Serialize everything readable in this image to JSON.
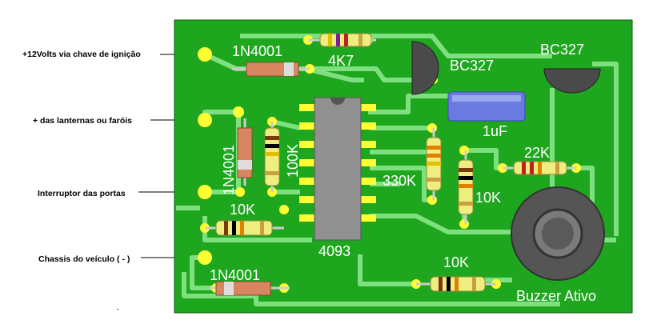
{
  "external_labels": {
    "ignition": "+12Volts via chave de ignição",
    "lights": "+ das lanternas ou faróis",
    "door": "Interruptor das portas",
    "chassis": "Chassis do veículo ( - )"
  },
  "components": {
    "d1": "1N4001",
    "d2": "1N4001",
    "d3": "1N4001",
    "r_4k7": "4K7",
    "r_100k": "100K",
    "r_10k_a": "10K",
    "r_330k": "330K",
    "r_10k_b": "10K",
    "r_22k": "22K",
    "r_10k_c": "10K",
    "q1": "BC327",
    "q2": "BC327",
    "c1": "1uF",
    "ic": "4093",
    "buzzer": "Buzzer Ativo"
  },
  "colors": {
    "board": "#1fa61f",
    "trace": "#7ee07e",
    "pad": "#ffff33",
    "ink": "#ffffff",
    "ic_body": "#909090",
    "resistor_body": "#eeee80",
    "diode_body": "#d88660",
    "capacitor_body": "#6a7ae0",
    "transistor_body": "#4a4a4a",
    "buzzer_body": "#555555"
  }
}
